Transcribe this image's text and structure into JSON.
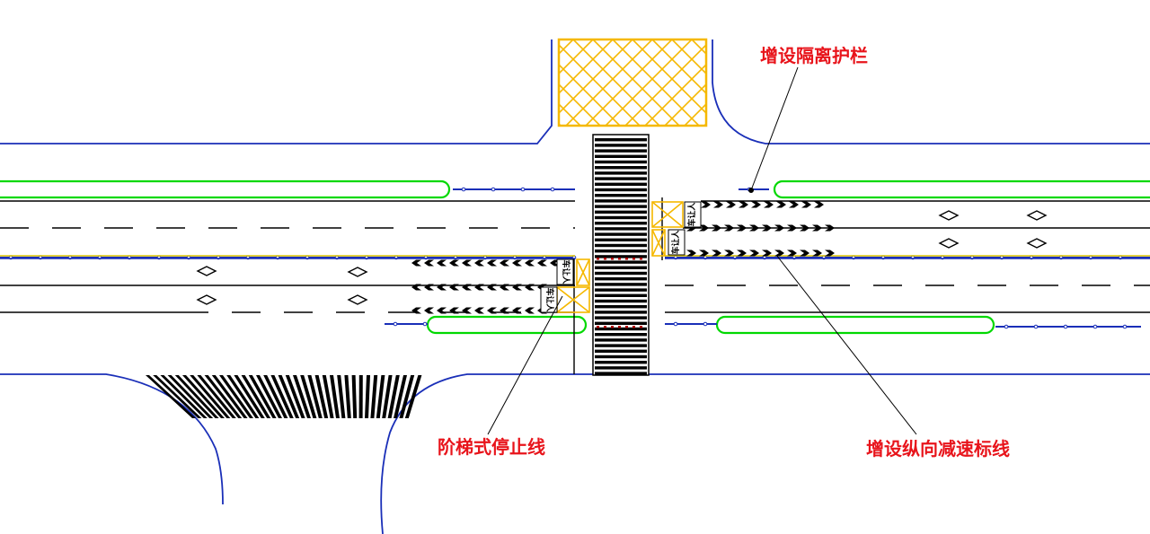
{
  "annotations": {
    "guardrail": "增设隔离护栏",
    "stepped_stop_line": "阶梯式停止线",
    "speed_markings": "增设纵向减速标线"
  },
  "pavement_text": {
    "yield_pedestrian": "车让人"
  },
  "colors": {
    "road_edge": "#1a2fb8",
    "median_island": "#00d800",
    "lane_line": "#000000",
    "no_stop_zone": "#f5b800",
    "annotation": "#e8141b",
    "crosswalk_dots": "#b00000"
  }
}
